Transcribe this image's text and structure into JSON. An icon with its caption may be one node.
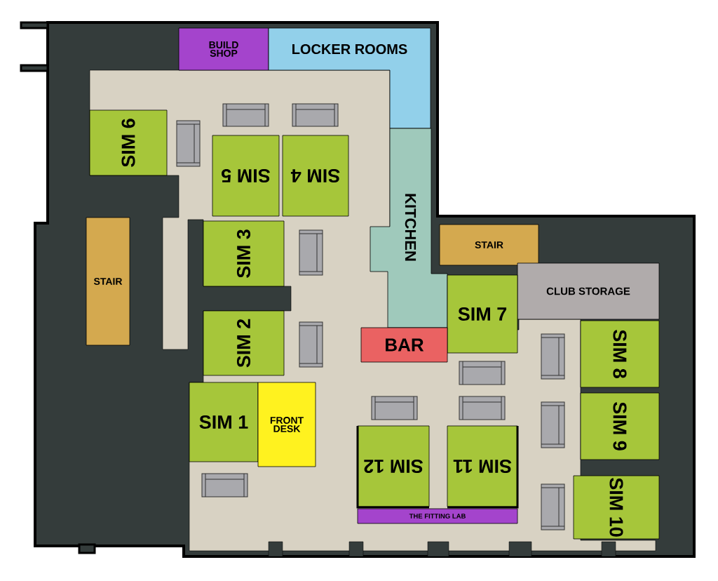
{
  "diagram": {
    "nodes": [
      {
        "text": [
          "BUILD SHOP"
        ]
      },
      {
        "text": [
          "LOCKER ROOMS"
        ]
      },
      {
        "text": [
          "SIM 6"
        ]
      },
      {
        "text": [
          "SIM 5"
        ]
      },
      {
        "text": [
          "SIM 4"
        ]
      },
      {
        "text": [
          "KITCHEN"
        ]
      },
      {
        "text": [
          "STAIR"
        ]
      },
      {
        "text": [
          "SIM 3"
        ]
      },
      {
        "text": [
          "STAIR"
        ]
      },
      {
        "text": [
          "CLUB STORAGE"
        ]
      },
      {
        "text": [
          "SIM 2"
        ]
      },
      {
        "text": [
          "SIM 7"
        ]
      },
      {
        "text": [
          "BAR"
        ]
      },
      {
        "text": [
          "SIM 8"
        ]
      },
      {
        "text": [
          "SIM 1"
        ]
      },
      {
        "text": [
          "FRONT DESK"
        ]
      },
      {
        "text": [
          "SIM 9"
        ]
      },
      {
        "text": [
          "SIM 12"
        ]
      },
      {
        "text": [
          "SIM 11"
        ]
      },
      {
        "text": [
          "SIM 10"
        ]
      },
      {
        "text": [
          "THE FITTING LAB"
        ]
      }
    ]
  }
}
